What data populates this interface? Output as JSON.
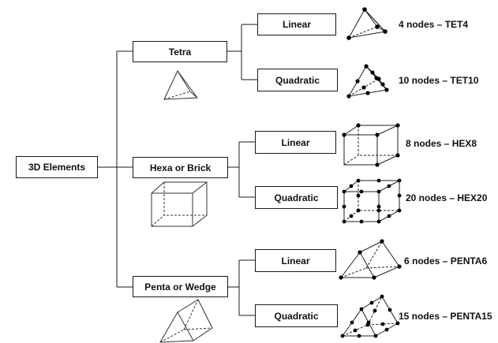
{
  "root": {
    "label": "3D Elements"
  },
  "categories": [
    {
      "label": "Tetra",
      "variants": [
        {
          "order": "Linear",
          "result": "4 nodes – TET4"
        },
        {
          "order": "Quadratic",
          "result": "10 nodes – TET10"
        }
      ]
    },
    {
      "label": "Hexa or Brick",
      "variants": [
        {
          "order": "Linear",
          "result": "8 nodes – HEX8"
        },
        {
          "order": "Quadratic",
          "result": "20 nodes – HEX20"
        }
      ]
    },
    {
      "label": "Penta or Wedge",
      "variants": [
        {
          "order": "Linear",
          "result": "6 nodes – PENTA6"
        },
        {
          "order": "Quadratic",
          "result": "15 nodes – PENTA15"
        }
      ]
    }
  ],
  "colors": {
    "line": "#1a1a1a",
    "text": "#111111",
    "node": "#000000",
    "dashed": "#555555"
  }
}
